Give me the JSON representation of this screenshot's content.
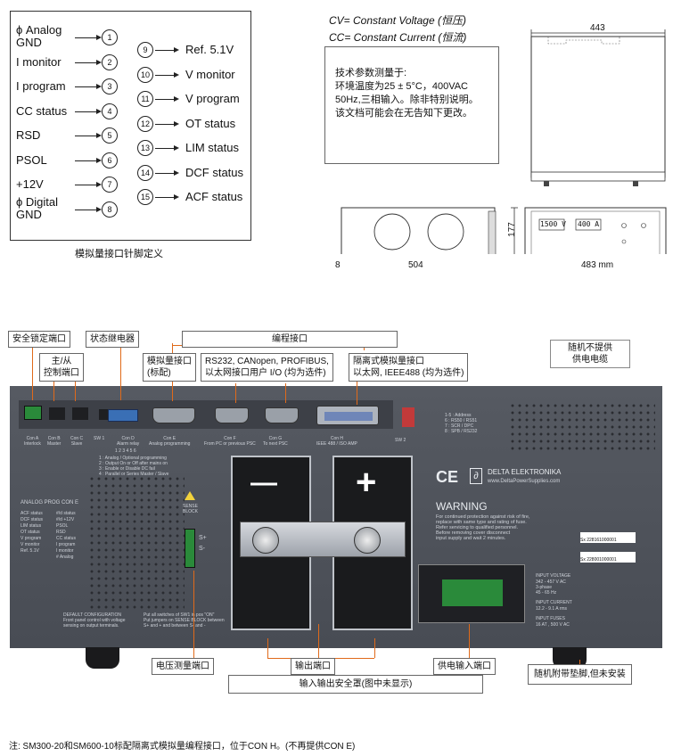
{
  "pinout": {
    "caption": "模拟量接口针脚定义",
    "left_pins": [
      {
        "num": "1",
        "label": "ϕ Analog\nGND"
      },
      {
        "num": "2",
        "label": "I monitor"
      },
      {
        "num": "3",
        "label": "I program"
      },
      {
        "num": "4",
        "label": "CC status"
      },
      {
        "num": "5",
        "label": "RSD"
      },
      {
        "num": "6",
        "label": "PSOL"
      },
      {
        "num": "7",
        "label": "+12V"
      },
      {
        "num": "8",
        "label": "ϕ Digital\nGND"
      }
    ],
    "right_pins": [
      {
        "num": "9",
        "label": "Ref. 5.1V"
      },
      {
        "num": "10",
        "label": "V monitor"
      },
      {
        "num": "11",
        "label": "V program"
      },
      {
        "num": "12",
        "label": "OT status"
      },
      {
        "num": "13",
        "label": "LIM status"
      },
      {
        "num": "14",
        "label": "DCF status"
      },
      {
        "num": "15",
        "label": "ACF status"
      }
    ]
  },
  "notes": {
    "cv": "CV= Constant Voltage (恒压)",
    "cc": "CC= Constant Current (恒流)",
    "spec_lines": [
      "技术参数测量于:",
      "环境温度为25 ± 5°C，400VAC",
      "50Hz,三相输入。除非特别说明。",
      "该文档可能会在无告知下更改。"
    ]
  },
  "dimensions": {
    "width_top": "443",
    "height": "177",
    "depth": "504",
    "front_width": "483 mm",
    "offset": "8",
    "front_display_v": "1500",
    "front_display_a": "400",
    "unit_v": "V",
    "unit_a": "A"
  },
  "callouts": {
    "safety_lock": "安全锁定端口",
    "master_slave": "主/从\n控制端口",
    "status_relay": "状态继电器",
    "programming": "编程接口",
    "analog_port": "模拟量接口\n(标配)",
    "digital_interfaces": "RS232, CANopen, PROFIBUS,\n以太网接口用户 I/O (均为选件)",
    "isolated_analog": "隔离式模拟量接口\n以太网, IEEE488 (均为选件)",
    "no_power_cable": "随机不提供\n供电电缆",
    "sense_port": "电压测量端口",
    "output_port": "输出端口",
    "power_input": "供电输入端口",
    "feet": "随机附带垫脚,但未安装",
    "safety_cover": "输入输出安全罩(图中未显示)"
  },
  "panel": {
    "con_labels": [
      "Con A\nInterlock",
      "Con B\nMaster",
      "Con C\nSlave",
      "SW 1",
      "Con D\nAlarm relay",
      "Con E\nAnalog programming",
      "Con F\nFrom PC or previous PSC",
      "Con G\nTo next PSC",
      "Con H\nIEEE 488 / ISO AMP"
    ],
    "sw2": "SW 2",
    "sw2_items": [
      "1-5 : Address",
      "6 : RS50 / RS51",
      "7 : SCR / DPC",
      "8 : SPB / RS232"
    ],
    "sw1_items": [
      "1 : Analog / Optional programming",
      "2 : Output On or Off   after mains on",
      "3 : Enable or Disable   DC fail",
      "4 : Parallel or Series   Master / Slave"
    ],
    "sw1_numbers": "1 2 3 4 5 6",
    "analog_prog_title": "ANALOG PROG CON E",
    "analog_pins": [
      "ACF status",
      "DCF status",
      "LIM status",
      "OT status",
      "V program",
      "V monitor",
      "Ref. 5.1V",
      "#/d status",
      "#/d +12V",
      "PSOL",
      "RSD",
      "CC status",
      "I program",
      "I monitor",
      "# Analog"
    ],
    "default_config": "DEFAULT CONFIGURATION\nFront panel control with voltage\nsensing on output terminals.",
    "default_config_2": "Put all switches of SW1 in pos \"ON\"\nPut jumpers on SENSE BLOCK between\nS+ and + and between S- and -",
    "sense_block": "SENSE\nBLOCK",
    "sense_pins": [
      "S+",
      "S-"
    ],
    "minus": "—",
    "plus": "+",
    "brand": "DELTA ELEKTRONIKA",
    "website": "www.DeltaPowerSupplies.com",
    "ce": "CE",
    "warning_title": "WARNING",
    "warning_text": "For continued protection against risk of fire,\nreplace with same type and rating of fuse.\nRefer servicing to qualified personnel.\nBefore removing cover disconnect\ninput supply and wait 2 minutes.",
    "serial_1": "Sx 228161000001",
    "serial_2": "Sx 228001000001",
    "input_voltage_title": "INPUT VOLTAGE",
    "input_voltage": "342 - 457 V AC\n3-phase\n45 - 65 Hz",
    "input_current_title": "INPUT CURRENT",
    "input_current": "12.2 - 9.1 A rms",
    "input_fuses_title": "INPUT FUSES",
    "input_fuses": "16 AT , 500 V AC"
  },
  "footnote": "注: SM300-20和SM600-10标配隔离式模拟量编程接口，位于CON H。(不再提供CON E)"
}
